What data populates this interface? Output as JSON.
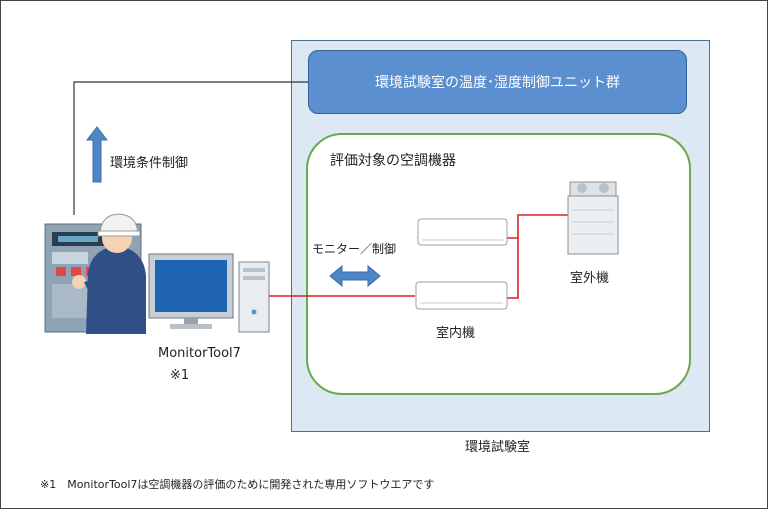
{
  "labels": {
    "unit_group": "環境試験室の温度･湿度制御ユニット群",
    "eval_target": "評価対象の空調機器",
    "lab_room": "環境試験室",
    "env_control": "環境条件制御",
    "monitor_control": "モニター／制御",
    "indoor_unit": "室内機",
    "outdoor_unit": "室外機",
    "tool_name": "MonitorTool7",
    "tool_note_mark": "※1",
    "footnote": "※1　MonitorTool7は空調機器の評価のために開発された専用ソフトウエアです"
  },
  "colors": {
    "room_fill": "#dce8f4",
    "unit_group_fill": "#5b8fd0",
    "eval_border": "#6aaa4a",
    "link_red": "#e02020",
    "arrow_blue": "#4f86c6"
  }
}
